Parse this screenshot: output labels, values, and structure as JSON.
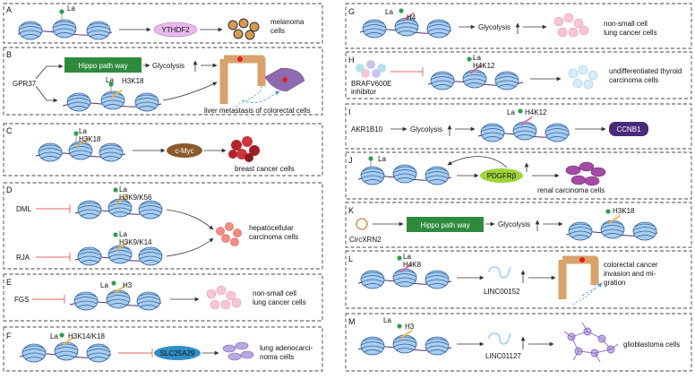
{
  "colors": {
    "dna": "#5b9bd5",
    "dna_dark": "#1f4e8c",
    "strand": "#5b2a6e",
    "histone_tail": "#f2b134",
    "la_dot": "#2e9e4f",
    "inhibit": "#e06666",
    "hippo_box": "#2e8b3e",
    "ythdf2": "#e8b8ec",
    "cmyc": "#8b5a2b",
    "slc25a29": "#2f8fc4",
    "pdgfrb": "#9fd33a",
    "ccnb1": "#4a2a7a"
  },
  "panels": {
    "A": {
      "letter": "A",
      "la": "La",
      "protein": "YTHDF2",
      "cell": "melanoma",
      "cell2": "cells"
    },
    "B": {
      "letter": "B",
      "gene": "GPR37",
      "pathway": "Hippo path way",
      "process": "Glycolysis",
      "la": "La",
      "mark": "H3K18",
      "cell": "liver metastasis of colorectal cells"
    },
    "C": {
      "letter": "C",
      "la": "La",
      "mark": "H3K18",
      "protein": "c-Myc",
      "cell": "breast cancer cells"
    },
    "D": {
      "letter": "D",
      "drug1": "DML",
      "drug2": "RJA",
      "la1": "La",
      "mark1": "H3K9/K56",
      "la2": "La",
      "mark2": "H3K9/K14",
      "cell": "hepatocellular",
      "cell2": "carcinoma cells"
    },
    "E": {
      "letter": "E",
      "drug": "FGS",
      "la": "La",
      "mark": "H3",
      "cell": "non-small cell",
      "cell2": "lung cancer cells"
    },
    "F": {
      "letter": "F",
      "la": "La",
      "mark": "H3K14/K18",
      "protein": "SLC25A29",
      "cell": "lung adenocarci-",
      "cell2": "noma cells"
    },
    "G": {
      "letter": "G",
      "la": "La",
      "mark": "H4",
      "process": "Glycolysis",
      "cell": "non-small cell",
      "cell2": "lung cancer cells"
    },
    "H": {
      "letter": "H",
      "drug": "BRAFV600E",
      "drug2": "inhibitor",
      "la": "La",
      "mark": "H4K12",
      "cell": "undifferentiated thyroid",
      "cell2": "carcinoma cells"
    },
    "I": {
      "letter": "I",
      "gene": "AKR1B10",
      "process": "Glycolysis",
      "la": "La",
      "mark": "H4K12",
      "protein": "CCNB1"
    },
    "J": {
      "letter": "J",
      "la": "La",
      "protein": "PDGFRβ",
      "cell": "renal carcinoma cells"
    },
    "K": {
      "letter": "K",
      "gene": "CircXRN2",
      "pathway": "Hippo path way",
      "process": "Glycolysis",
      "mark": "H3K18"
    },
    "L": {
      "letter": "L",
      "la": "La",
      "mark": "H4K8",
      "rna": "LINC00152",
      "cell": "colorectal cancer",
      "cell2": "invasion and mi-",
      "cell3": "gration"
    },
    "M": {
      "letter": "M",
      "la": "La",
      "mark": "H3",
      "rna": "LINC01127",
      "cell": "glioblastoma cells"
    }
  }
}
